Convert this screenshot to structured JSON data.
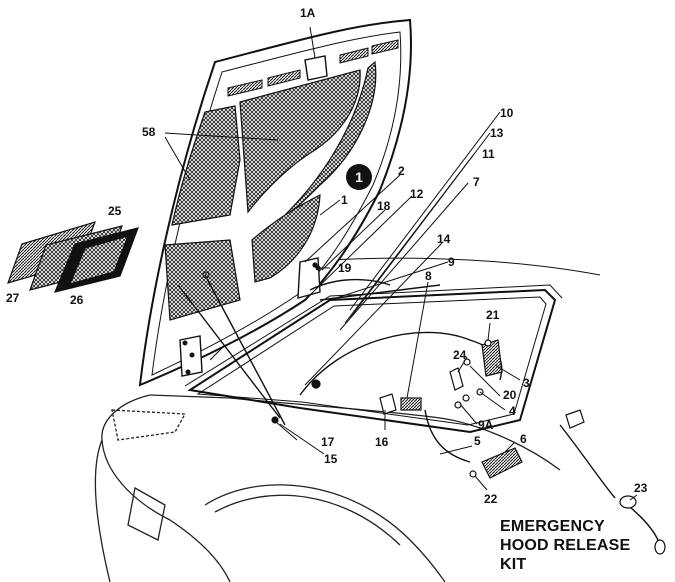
{
  "diagram": {
    "callout_badge": "1",
    "kit_caption": [
      "EMERGENCY",
      "HOOD RELEASE",
      "KIT"
    ],
    "part_labels": {
      "p1a": "1A",
      "p58": "58",
      "p1": "1",
      "p2": "2",
      "p18": "18",
      "p19": "19",
      "p12": "12",
      "p14": "14",
      "p9": "9",
      "p8": "8",
      "p10": "10",
      "p13": "13",
      "p11": "11",
      "p7": "7",
      "p25": "25",
      "p27": "27",
      "p26": "26",
      "p21": "21",
      "p24": "24",
      "p3": "3",
      "p20": "20",
      "p4": "4",
      "p9a": "9A",
      "p6": "6",
      "p5": "5",
      "p22": "22",
      "p16": "16",
      "p17": "17",
      "p15": "15",
      "p23": "23"
    }
  }
}
